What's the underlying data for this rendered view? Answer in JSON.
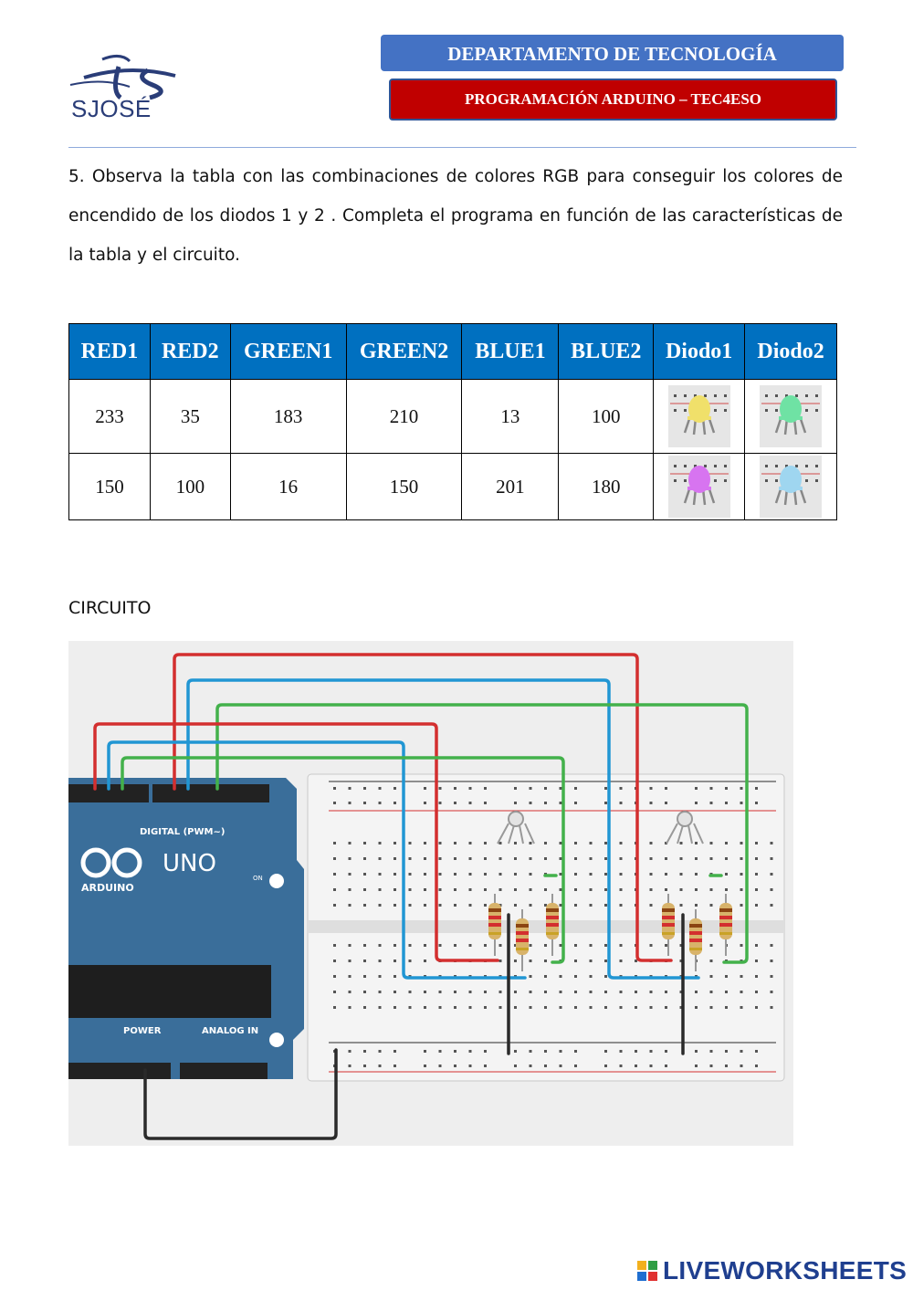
{
  "header": {
    "logo_text": "SJOSÉ",
    "department": "DEPARTAMENTO DE TECNOLOGÍA",
    "subject": "PROGRAMACIÓN ARDUINO – TEC4ESO"
  },
  "question": {
    "text": "5. Observa la tabla con las combinaciones de colores RGB para conseguir los colores de encendido de los diodos 1 y 2 . Completa el programa en función de las características de la tabla y el circuito."
  },
  "table": {
    "headers": [
      "RED1",
      "RED2",
      "GREEN1",
      "GREEN2",
      "BLUE1",
      "BLUE2",
      "Diodo1",
      "Diodo2"
    ],
    "rows": [
      {
        "values": [
          "233",
          "35",
          "183",
          "210",
          "13",
          "100"
        ],
        "led1_color": "#f0e06a",
        "led2_color": "#6fe2a4"
      },
      {
        "values": [
          "150",
          "100",
          "16",
          "150",
          "201",
          "180"
        ],
        "led1_color": "#d774f0",
        "led2_color": "#9fd6f0"
      }
    ]
  },
  "circuit": {
    "title": "CIRCUITO",
    "arduino_model": "UNO",
    "arduino_brand": "ARDUINO",
    "digital_label": "DIGITAL (PWM~)",
    "power_label": "POWER",
    "analog_label": "ANALOG IN",
    "on_label": "ON",
    "wire_colors": {
      "red": "#d32f2f",
      "blue": "#2196d3",
      "green": "#43b14b",
      "black": "#2a2a2a"
    },
    "board_color": "#3a6e9a"
  },
  "footer": {
    "brand": "LIVEWORKSHEETS"
  }
}
